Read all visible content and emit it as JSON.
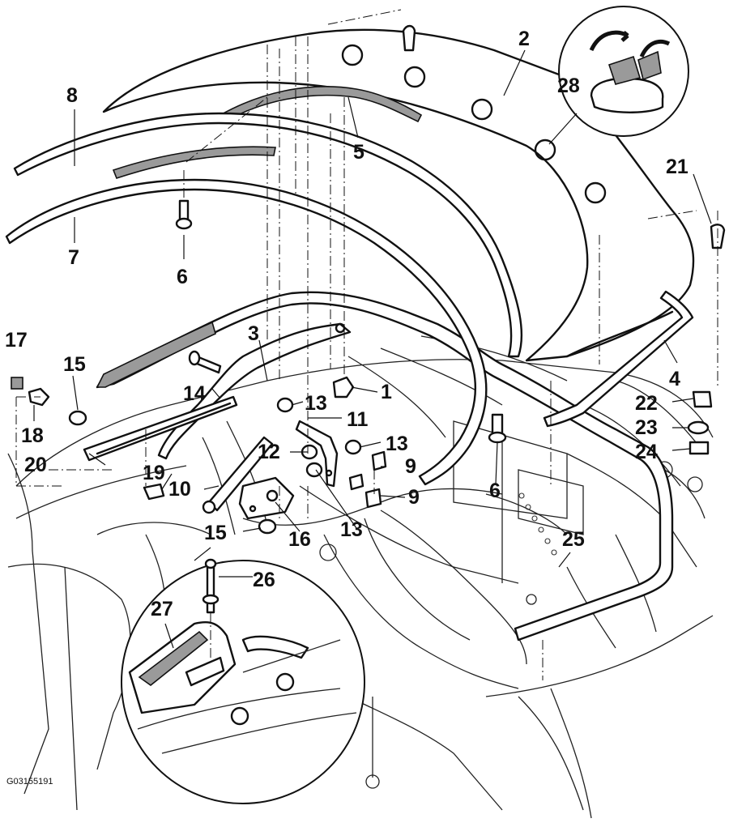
{
  "diagram": {
    "figure_id": "G03155191",
    "callouts": [
      {
        "id": "c1",
        "text": "1"
      },
      {
        "id": "c2",
        "text": "2"
      },
      {
        "id": "c3",
        "text": "3"
      },
      {
        "id": "c4",
        "text": "4"
      },
      {
        "id": "c5",
        "text": "5"
      },
      {
        "id": "c6a",
        "text": "6"
      },
      {
        "id": "c6b",
        "text": "6"
      },
      {
        "id": "c7",
        "text": "7"
      },
      {
        "id": "c8",
        "text": "8"
      },
      {
        "id": "c9a",
        "text": "9"
      },
      {
        "id": "c9b",
        "text": "9"
      },
      {
        "id": "c10",
        "text": "10"
      },
      {
        "id": "c11",
        "text": "11"
      },
      {
        "id": "c12",
        "text": "12"
      },
      {
        "id": "c13a",
        "text": "13"
      },
      {
        "id": "c13b",
        "text": "13"
      },
      {
        "id": "c13c",
        "text": "13"
      },
      {
        "id": "c14",
        "text": "14"
      },
      {
        "id": "c15a",
        "text": "15"
      },
      {
        "id": "c15b",
        "text": "15"
      },
      {
        "id": "c16",
        "text": "16"
      },
      {
        "id": "c17",
        "text": "17"
      },
      {
        "id": "c18",
        "text": "18"
      },
      {
        "id": "c19",
        "text": "19"
      },
      {
        "id": "c20",
        "text": "20"
      },
      {
        "id": "c21",
        "text": "21"
      },
      {
        "id": "c22",
        "text": "22"
      },
      {
        "id": "c23",
        "text": "23"
      },
      {
        "id": "c24",
        "text": "24"
      },
      {
        "id": "c25",
        "text": "25"
      },
      {
        "id": "c26",
        "text": "26"
      },
      {
        "id": "c27",
        "text": "27"
      },
      {
        "id": "c28",
        "text": "28"
      }
    ]
  }
}
